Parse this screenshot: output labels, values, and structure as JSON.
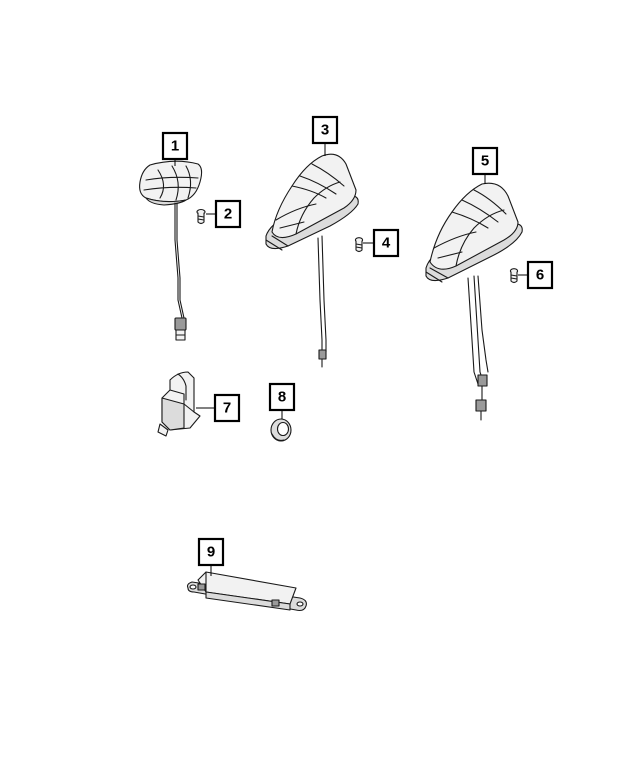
{
  "callouts": [
    {
      "number": "1",
      "part": "antenna-module"
    },
    {
      "number": "2",
      "part": "screw"
    },
    {
      "number": "3",
      "part": "shark-fin-antenna"
    },
    {
      "number": "4",
      "part": "screw"
    },
    {
      "number": "5",
      "part": "shark-fin-antenna"
    },
    {
      "number": "6",
      "part": "screw"
    },
    {
      "number": "7",
      "part": "bracket"
    },
    {
      "number": "8",
      "part": "gasket"
    },
    {
      "number": "9",
      "part": "antenna-amplifier-module"
    }
  ],
  "colors": {
    "line": "#1a1a1a",
    "fill": "#f2f2f2",
    "background": "#ffffff"
  }
}
